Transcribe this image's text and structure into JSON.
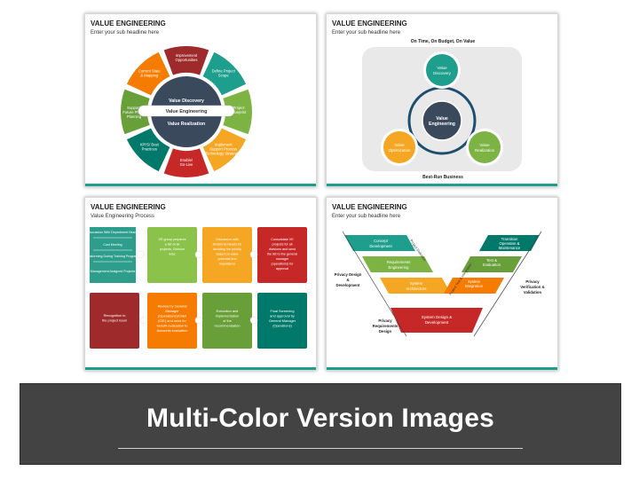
{
  "slide1": {
    "title": "VALUE ENGINEERING",
    "subtitle": "Enter your sub headline here",
    "center_top": "Value Discovery",
    "center_mid": "Value Engineering",
    "center_bottom": "Value Realization",
    "segments": [
      {
        "l1": "Improvement",
        "l2": "Opportunities",
        "l3": "",
        "color": "#9e2a2b"
      },
      {
        "l1": "Define Project",
        "l2": "Scope",
        "l3": "",
        "color": "#1e9e8c"
      },
      {
        "l1": "Project",
        "l2": "Blueprint",
        "l3": "",
        "color": "#7cb342"
      },
      {
        "l1": "Implement",
        "l2": "Support Process",
        "l3": "Technology Strategies",
        "color": "#f5a623"
      },
      {
        "l1": "Enable/",
        "l2": "Go-Live",
        "l3": "",
        "color": "#c62828"
      },
      {
        "l1": "KPI'S/ Best",
        "l2": "Practices",
        "l3": "",
        "color": "#00796b"
      },
      {
        "l1": "Support/",
        "l2": "Future Phase",
        "l3": "Planning",
        "color": "#689f38"
      },
      {
        "l1": "Current State",
        "l2": "& Mapping",
        "l3": "",
        "color": "#f57c00"
      }
    ]
  },
  "slide2": {
    "title": "VALUE ENGINEERING",
    "subtitle": "Enter your sub headline here",
    "top_text": "On Time, On Budget, On Value",
    "center": [
      "Value",
      "Engineering"
    ],
    "circles": [
      {
        "l1": "Value",
        "l2": "Discovery",
        "color": "#1e9e8c"
      },
      {
        "l1": "Value",
        "l2": "Optimization",
        "color": "#f5a623"
      },
      {
        "l1": "Value",
        "l2": "Realization",
        "color": "#7cb342"
      }
    ],
    "bottom_text": "Best-Run Business"
  },
  "slide3": {
    "title": "VALUE ENGINEERING",
    "subtitle": "Value Engineering Process",
    "list_items": [
      "Discussion With Department Heads",
      "Cost Meeting",
      "Brainstorming During Training Programme",
      "Management Assigned Projects"
    ],
    "top_row": [
      {
        "lines": [
          "VE group prepares",
          "a list of all",
          "projects, Division",
          "wise"
        ],
        "color": "#8bc34a"
      },
      {
        "lines": [
          "Discussion with",
          "Divisional Heads for",
          "deciding the priority",
          "based on value",
          "potential and",
          "importance"
        ],
        "color": "#f5a623"
      },
      {
        "lines": [
          "Consolidate VE",
          "projects for all",
          "divisions and send",
          "the list to the general",
          "manager",
          "(operations) for",
          "approval"
        ],
        "color": "#c62828"
      }
    ],
    "bottom_row": [
      {
        "lines": [
          "Recognition to",
          "the project team"
        ],
        "color": "#9e2a2b"
      },
      {
        "lines": [
          "Review by General",
          "Manager",
          "(Operations)/Chief",
          "(CIE) and send for",
          "benefit evaluation to",
          "Accounts evaluation"
        ],
        "color": "#f57c00"
      },
      {
        "lines": [
          "Execution and",
          "implementation",
          "of the",
          "recommendation"
        ],
        "color": "#689f38"
      },
      {
        "lines": [
          "Final Screening",
          "and approval by",
          "General Manager",
          "(Operations)"
        ],
        "color": "#00796b"
      }
    ]
  },
  "slide4": {
    "title": "VALUE ENGINEERING",
    "subtitle": "Enter your sub headline here",
    "left_steps": [
      {
        "l1": "Concept",
        "l2": "Development",
        "color": "#1e9e8c"
      },
      {
        "l1": "Requirements",
        "l2": "Engineering",
        "color": "#7cb342"
      },
      {
        "l1": "System",
        "l2": "Architecture",
        "color": "#f5a623"
      }
    ],
    "right_steps": [
      {
        "l1": "Transition",
        "l2": "Operation &",
        "l3": "Maintenance",
        "color": "#00796b"
      },
      {
        "l1": "Test &",
        "l2": "Evaluation",
        "l3": "",
        "color": "#689f38"
      },
      {
        "l1": "System",
        "l2": "Integration",
        "l3": "",
        "color": "#f57c00"
      }
    ],
    "bottom_step": {
      "l1": "System Design &",
      "l2": "Development",
      "color": "#c62828"
    },
    "side_left": [
      "Privacy Design",
      "&",
      "Development"
    ],
    "side_bottom": [
      "Privacy",
      "Requirements",
      "Design"
    ],
    "side_right": [
      "Privacy",
      "Verification &",
      "Validation"
    ],
    "diag_left": "Project Definition",
    "diag_right": "Project Test & Integration"
  },
  "banner": {
    "title": "Multi-Color Version Images"
  }
}
